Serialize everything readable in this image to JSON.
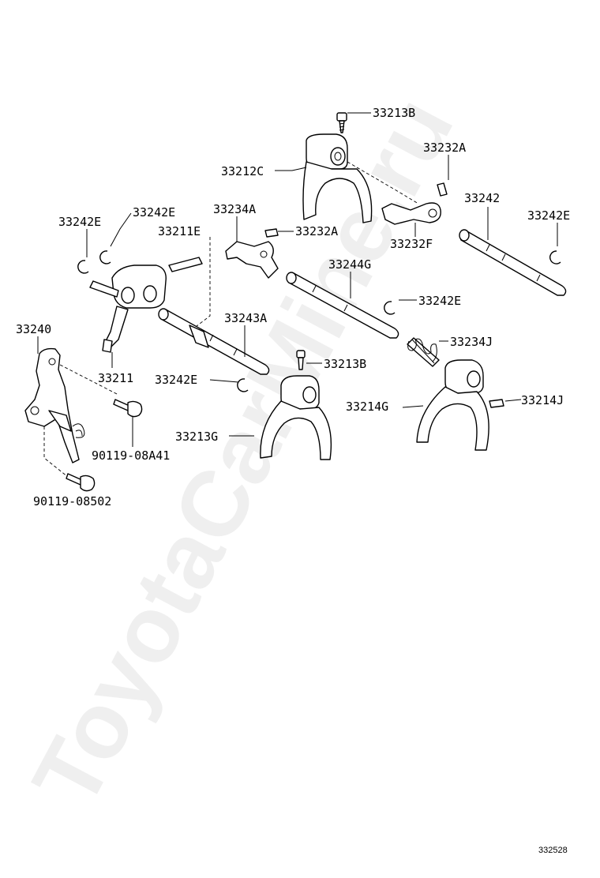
{
  "watermark": "ToyotaCarMine.ru",
  "figure_number": "332528",
  "labels": {
    "p33213B_a": "33213B",
    "p33232A_a": "33232A",
    "p33212C": "33212C",
    "p33242": "33242",
    "p33242E_a": "33242E",
    "p33242E_b": "33242E",
    "p33234A": "33234A",
    "p33211E": "33211E",
    "p33232A_b": "33232A",
    "p33232F": "33232F",
    "p33242E_c": "33242E",
    "p33244G": "33244G",
    "p33242E_d": "33242E",
    "p33240": "33240",
    "p33243A": "33243A",
    "p33234J": "33234J",
    "p33211": "33211",
    "p33213B_b": "33213B",
    "p33242E_e": "33242E",
    "p33214J": "33214J",
    "p33214G": "33214G",
    "p33213G": "33213G",
    "p90119_08A41": "90119-08A41",
    "p90119_08502": "90119-08502"
  }
}
